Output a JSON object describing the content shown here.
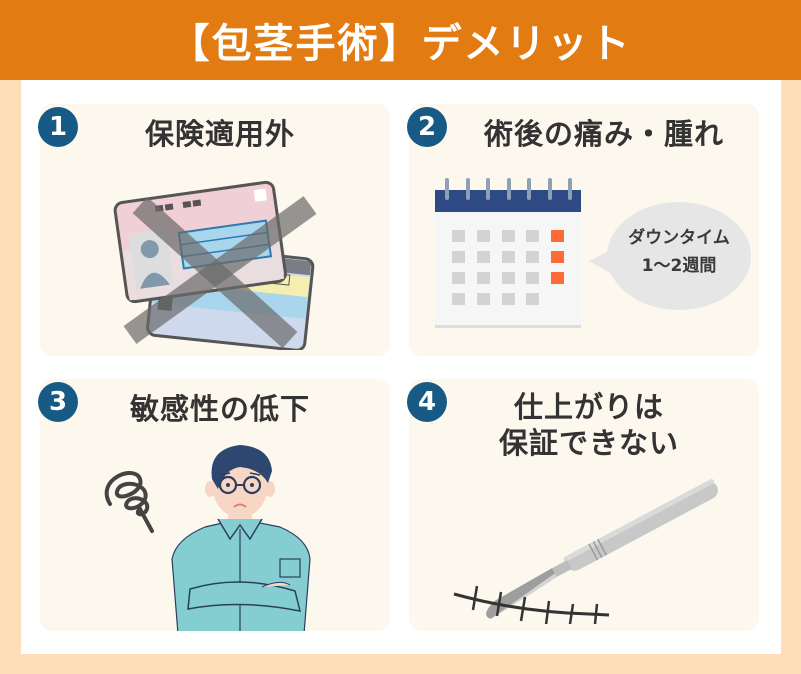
{
  "header": {
    "title": "【包茎手術】デメリット",
    "background_color": "#E27B12"
  },
  "colors": {
    "outer_background": "#FFDEB7",
    "panel_background": "#FFFFFF",
    "card_background": "#FDF8EE",
    "badge_color": "#165A85",
    "title_text_color": "#333333",
    "calendar_header_color": "#2E4A85",
    "calendar_highlight_color": "#FF6B35"
  },
  "cards": [
    {
      "number": "1",
      "title": "保険適用外",
      "illustration": "crossed-out-insurance-cards"
    },
    {
      "number": "2",
      "title": "術後の痛み・腫れ",
      "illustration": "calendar-with-speech-bubble",
      "bubble": {
        "line1": "ダウンタイム",
        "line2": "1～2週間"
      }
    },
    {
      "number": "3",
      "title": "敏感性の低下",
      "illustration": "worried-man-arms-crossed"
    },
    {
      "number": "4",
      "title_line1": "仕上がりは",
      "title_line2": "保証できない",
      "illustration": "scalpel-and-stitches"
    }
  ]
}
